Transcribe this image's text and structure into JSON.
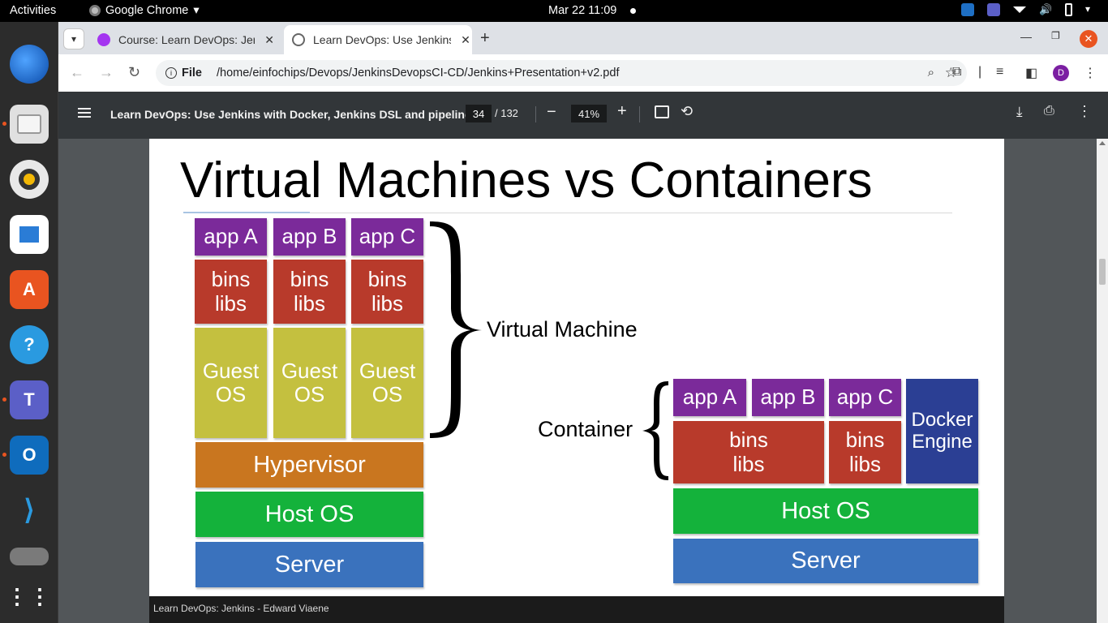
{
  "system": {
    "activities": "Activities",
    "app_name": "Google Chrome",
    "clock": "Mar 22  11:09"
  },
  "browser": {
    "tabs": [
      {
        "title": "Course: Learn DevOps: Jenkins",
        "favicon": "udemy-icon",
        "active": false
      },
      {
        "title": "Learn DevOps: Use Jenkins",
        "favicon": "globe-icon",
        "active": true
      }
    ],
    "url_scheme": "File",
    "url": "/home/einfochips/Devops/JenkinsDevopsCI-CD/Jenkins+Presentation+v2.pdf",
    "profile_initial": "D"
  },
  "pdf": {
    "title": "Learn DevOps: Use Jenkins with Docker, Jenkins DSL and pipelines",
    "page": "34",
    "total": "/ 132",
    "zoom": "41%"
  },
  "slide": {
    "title": "Virtual Machines vs Containers",
    "vm": {
      "apps": [
        "app A",
        "app B",
        "app C"
      ],
      "bins": [
        "bins",
        "bins",
        "bins"
      ],
      "libs": [
        "libs",
        "libs",
        "libs"
      ],
      "guest": [
        "Guest",
        "Guest",
        "Guest"
      ],
      "os": [
        "OS",
        "OS",
        "OS"
      ],
      "hypervisor": "Hypervisor",
      "host_os": "Host OS",
      "server": "Server",
      "label": "Virtual Machine"
    },
    "container": {
      "label": "Container",
      "apps": [
        "app A",
        "app B",
        "app C"
      ],
      "bins": [
        "bins",
        "bins"
      ],
      "libs": [
        "libs",
        "libs"
      ],
      "engine_line1": "Docker",
      "engine_line2": "Engine",
      "host_os": "Host OS",
      "server": "Server"
    },
    "footer": "Learn DevOps: Jenkins - Edward Viaene"
  },
  "colors": {
    "app": "#7b2a9a",
    "bins": "#b83a2b",
    "guest": "#c4c03f",
    "hypervisor": "#c9761f",
    "host_os": "#14b23b",
    "server": "#3a72bd",
    "engine": "#2b3f94"
  }
}
